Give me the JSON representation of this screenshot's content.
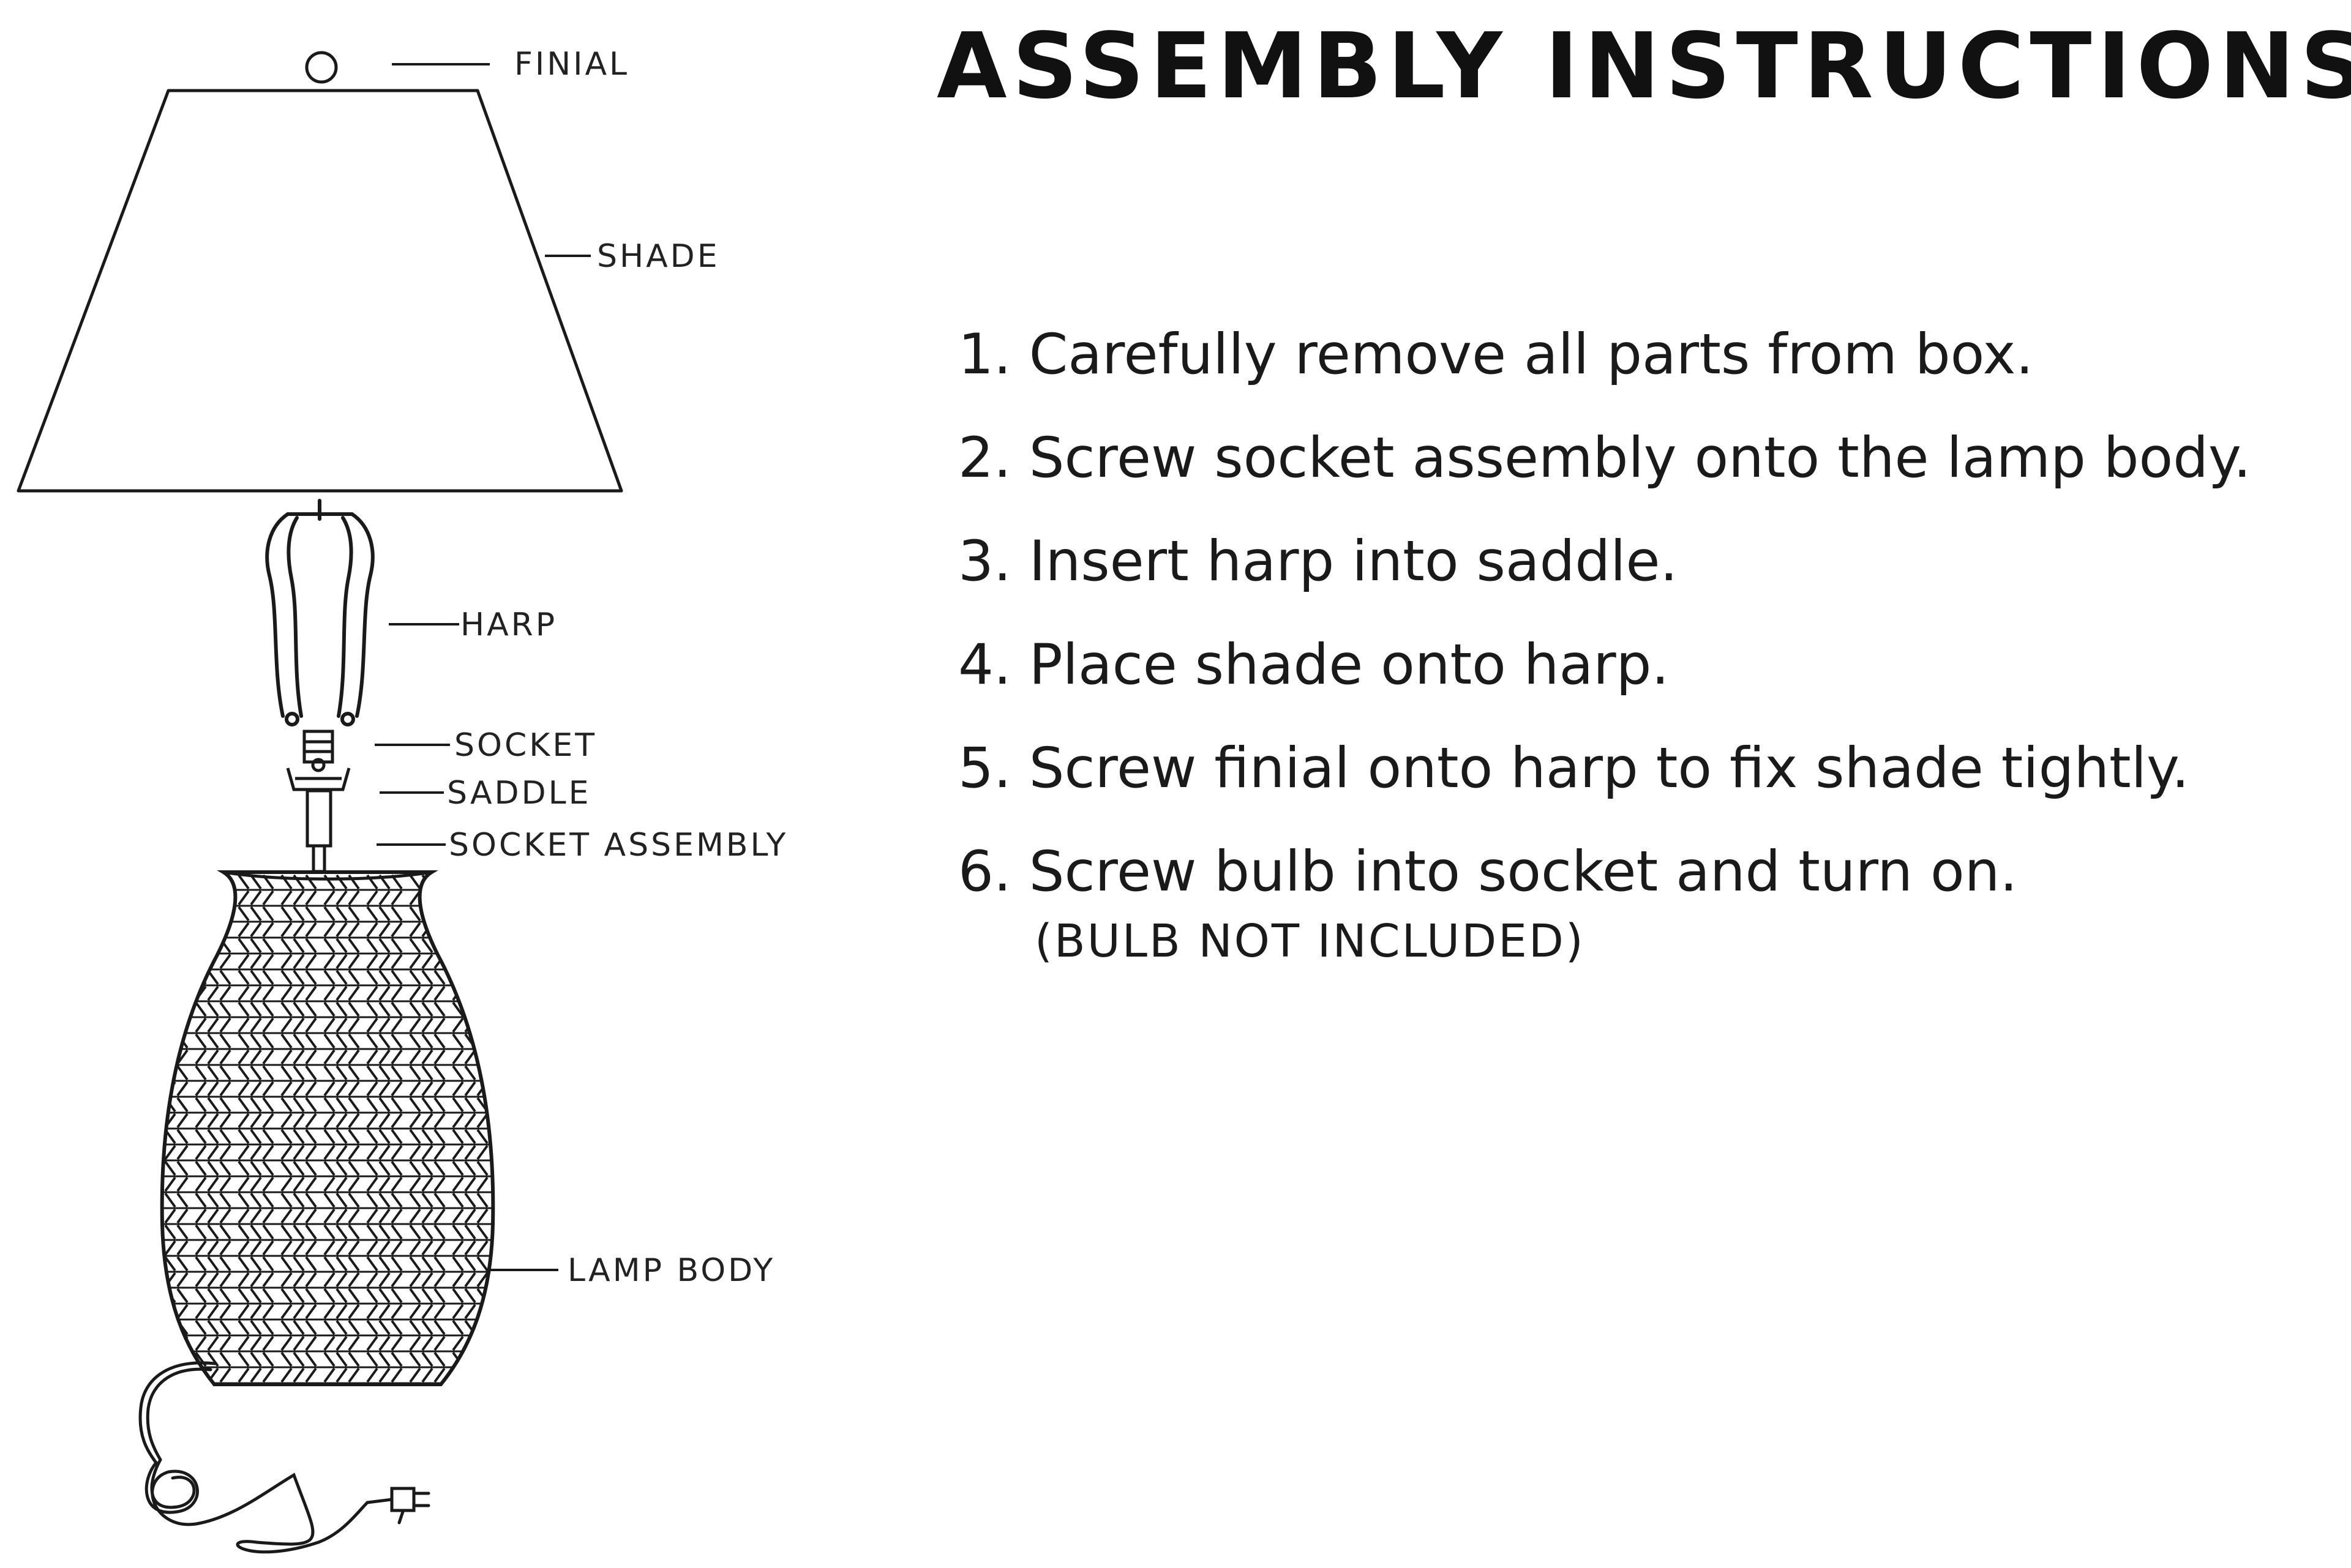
{
  "title": "ASSEMBLY INSTRUCTIONS",
  "steps": [
    "1. Carefully remove all parts from box.",
    "2. Screw socket assembly onto the lamp body.",
    "3. Insert harp into saddle.",
    "4. Place shade onto harp.",
    "5. Screw finial onto harp to fix shade tightly.",
    "6. Screw bulb into socket and turn on."
  ],
  "note": "(BULB NOT INCLUDED)",
  "parts": {
    "finial": "FINIAL",
    "shade": "SHADE",
    "harp": "HARP",
    "socket": "SOCKET",
    "saddle": "SADDLE",
    "socket_assembly": "SOCKET ASSEMBLY",
    "lamp_body": "LAMP BODY"
  },
  "colors": {
    "ink": "#1a1a1a",
    "background": "#ffffff"
  }
}
